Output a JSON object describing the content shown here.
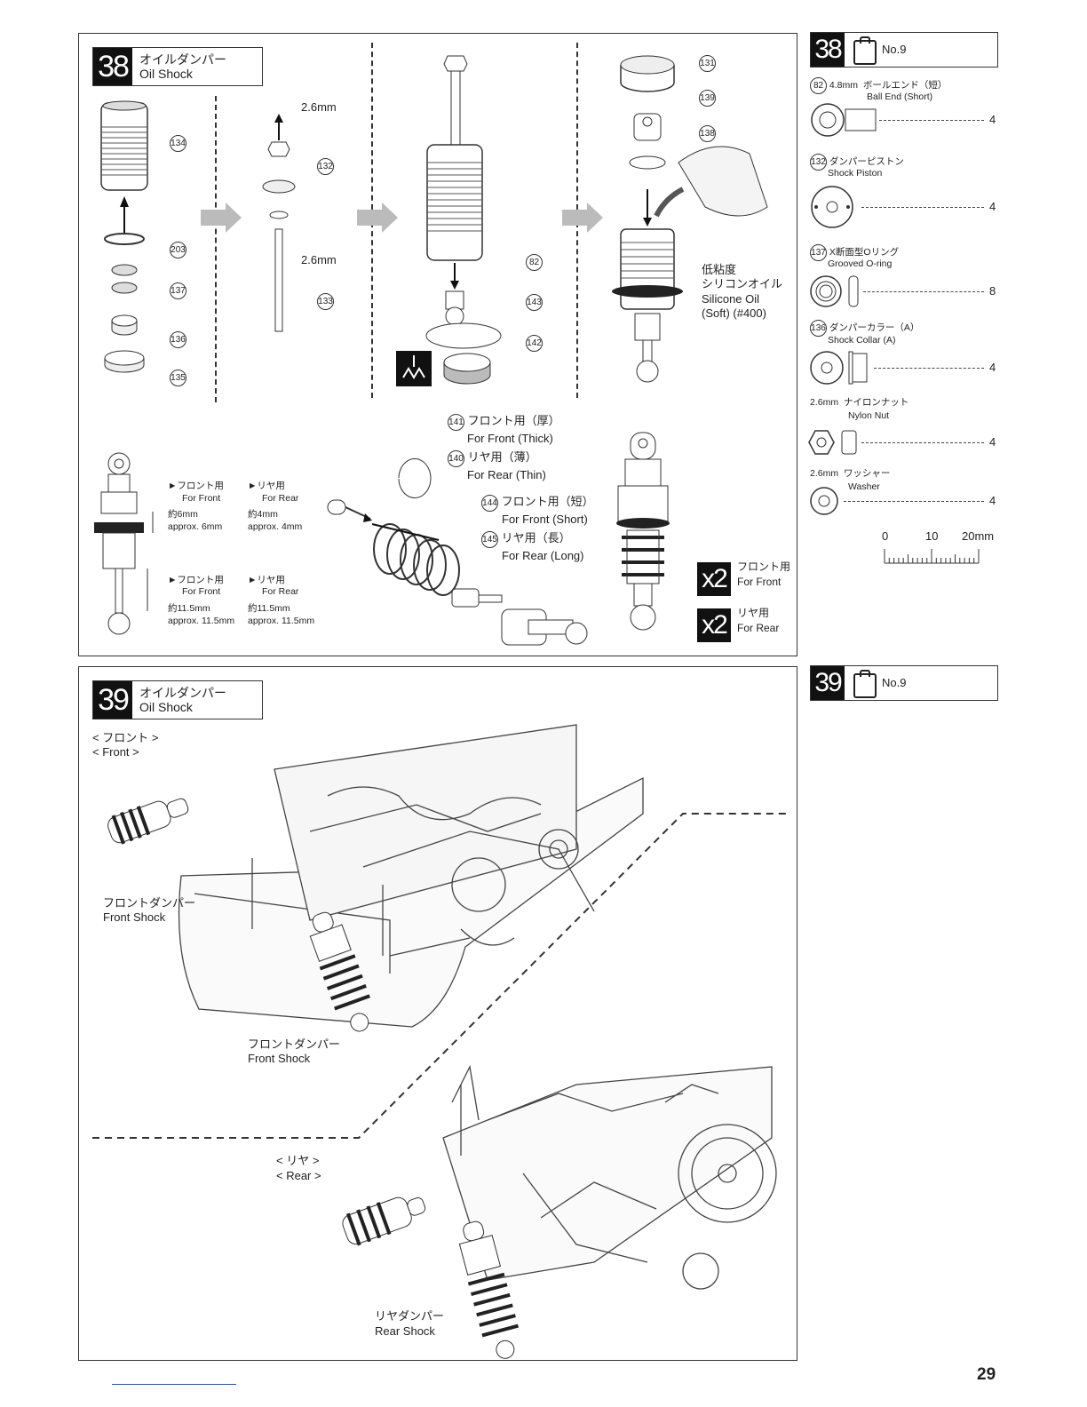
{
  "step38": {
    "number": "38",
    "title_jp": "オイルダンパー",
    "title_en": "Oil Shock",
    "dim_top": "2.6mm",
    "dim_bottom": "2.6mm",
    "oil_jp1": "低粘度",
    "oil_jp2": "シリコンオイル",
    "oil_en1": "Silicone Oil",
    "oil_en2": "(Soft) (#400)",
    "parts_callouts": [
      "134",
      "203",
      "137",
      "136",
      "135",
      "132",
      "133",
      "82",
      "143",
      "142",
      "131",
      "139",
      "138"
    ],
    "spacer": {
      "p141_num": "141",
      "p141_jp": "フロント用（厚）",
      "p141_en": "For Front (Thick)",
      "p140_num": "140",
      "p140_jp": "リヤ用（薄）",
      "p140_en": "For Rear (Thin)"
    },
    "spring": {
      "p144_num": "144",
      "p144_jp": "フロント用（短）",
      "p144_en": "For Front (Short)",
      "p145_num": "145",
      "p145_jp": "リヤ用（長）",
      "p145_en": "For Rear (Long)"
    },
    "adjust": {
      "front_jp": "►フロント用",
      "front_en": "For Front",
      "rear_jp": "►リヤ用",
      "rear_en": "For Rear",
      "front_a_jp": "約6mm",
      "front_a_en": "approx. 6mm",
      "rear_a_jp": "約4mm",
      "rear_a_en": "approx. 4mm",
      "front2_jp": "►フロント用",
      "front2_en": "For Front",
      "rear2_jp": "►リヤ用",
      "rear2_en": "For Rear",
      "front_b_jp": "約11.5mm",
      "front_b_en": "approx. 11.5mm",
      "rear_b_jp": "約11.5mm",
      "rear_b_en": "approx. 11.5mm"
    },
    "qty_front": {
      "badge": "x2",
      "jp": "フロント用",
      "en": "For Front"
    },
    "qty_rear": {
      "badge": "x2",
      "jp": "リヤ用",
      "en": "For Rear"
    }
  },
  "bag38": {
    "number": "38",
    "bag": "No.9",
    "items": [
      {
        "num": "82",
        "size": "4.8mm",
        "jp": "ボールエンド（短）",
        "en": "Ball End (Short)",
        "qty": "4"
      },
      {
        "num": "132",
        "size": "",
        "jp": "ダンパーピストン",
        "en": "Shock Piston",
        "qty": "4"
      },
      {
        "num": "137",
        "size": "",
        "jp": "X断面型Oリング",
        "en": "Grooved O-ring",
        "qty": "8"
      },
      {
        "num": "136",
        "size": "",
        "jp": "ダンパーカラー（A）",
        "en": "Shock Collar (A)",
        "qty": "4"
      },
      {
        "num": "",
        "size": "2.6mm",
        "jp": "ナイロンナット",
        "en": "Nylon Nut",
        "qty": "4"
      },
      {
        "num": "",
        "size": "2.6mm",
        "jp": "ワッシャー",
        "en": "Washer",
        "qty": "4"
      }
    ],
    "scale": {
      "t0": "0",
      "t10": "10",
      "t20": "20mm"
    }
  },
  "step39": {
    "number": "39",
    "title_jp": "オイルダンパー",
    "title_en": "Oil Shock",
    "front_jp": "< フロント >",
    "front_en": "< Front >",
    "front_shock_jp_1": "フロントダンパー",
    "front_shock_en_1": "Front Shock",
    "front_shock_jp_2": "フロントダンパー",
    "front_shock_en_2": "Front Shock",
    "rear_jp": "< リヤ >",
    "rear_en": "< Rear >",
    "rear_shock_jp": "リヤダンパー",
    "rear_shock_en": "Rear Shock"
  },
  "bag39": {
    "number": "39",
    "bag": "No.9"
  },
  "page_number": "29"
}
